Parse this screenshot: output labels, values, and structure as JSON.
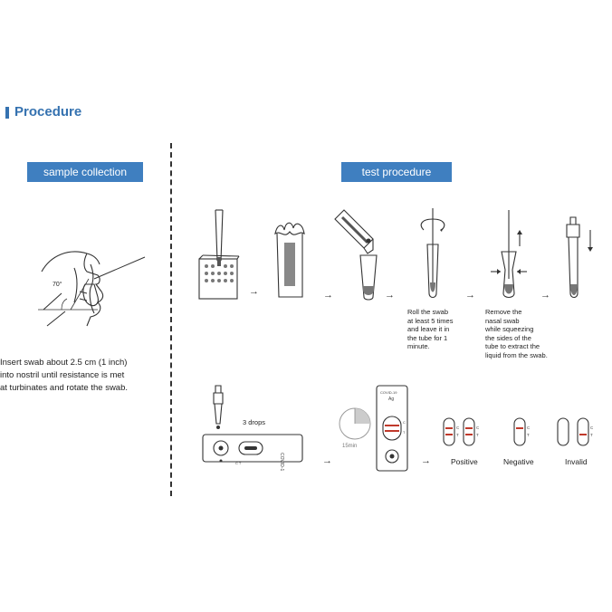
{
  "header": {
    "title": "Procedure"
  },
  "sample_collection": {
    "label": "sample collection",
    "angle_label": "70°",
    "instruction_lines": [
      "Insert swab about 2.5 cm (1 inch)",
      "into nostril until resistance is met",
      "at turbinates and rotate the swab."
    ]
  },
  "test_procedure": {
    "label": "test procedure",
    "step4_caption": [
      "Roll the swab",
      "at least 5 times",
      "and leave it in",
      "the tube for 1",
      "minute."
    ],
    "step5_caption": [
      "Remove the",
      "nasal swab",
      "while squeezing",
      "the sides of the",
      "tube to extract the",
      "liquid from the swab."
    ],
    "drops_label": "3 drops",
    "timer_label": "15min",
    "results": {
      "positive": "Positive",
      "negative": "Negative",
      "invalid": "Invalid"
    },
    "line_labels": {
      "c": "C",
      "t": "T"
    }
  },
  "colors": {
    "accent": "#3f7fc0",
    "title": "#3572b0",
    "line_red": "#c0392b"
  }
}
